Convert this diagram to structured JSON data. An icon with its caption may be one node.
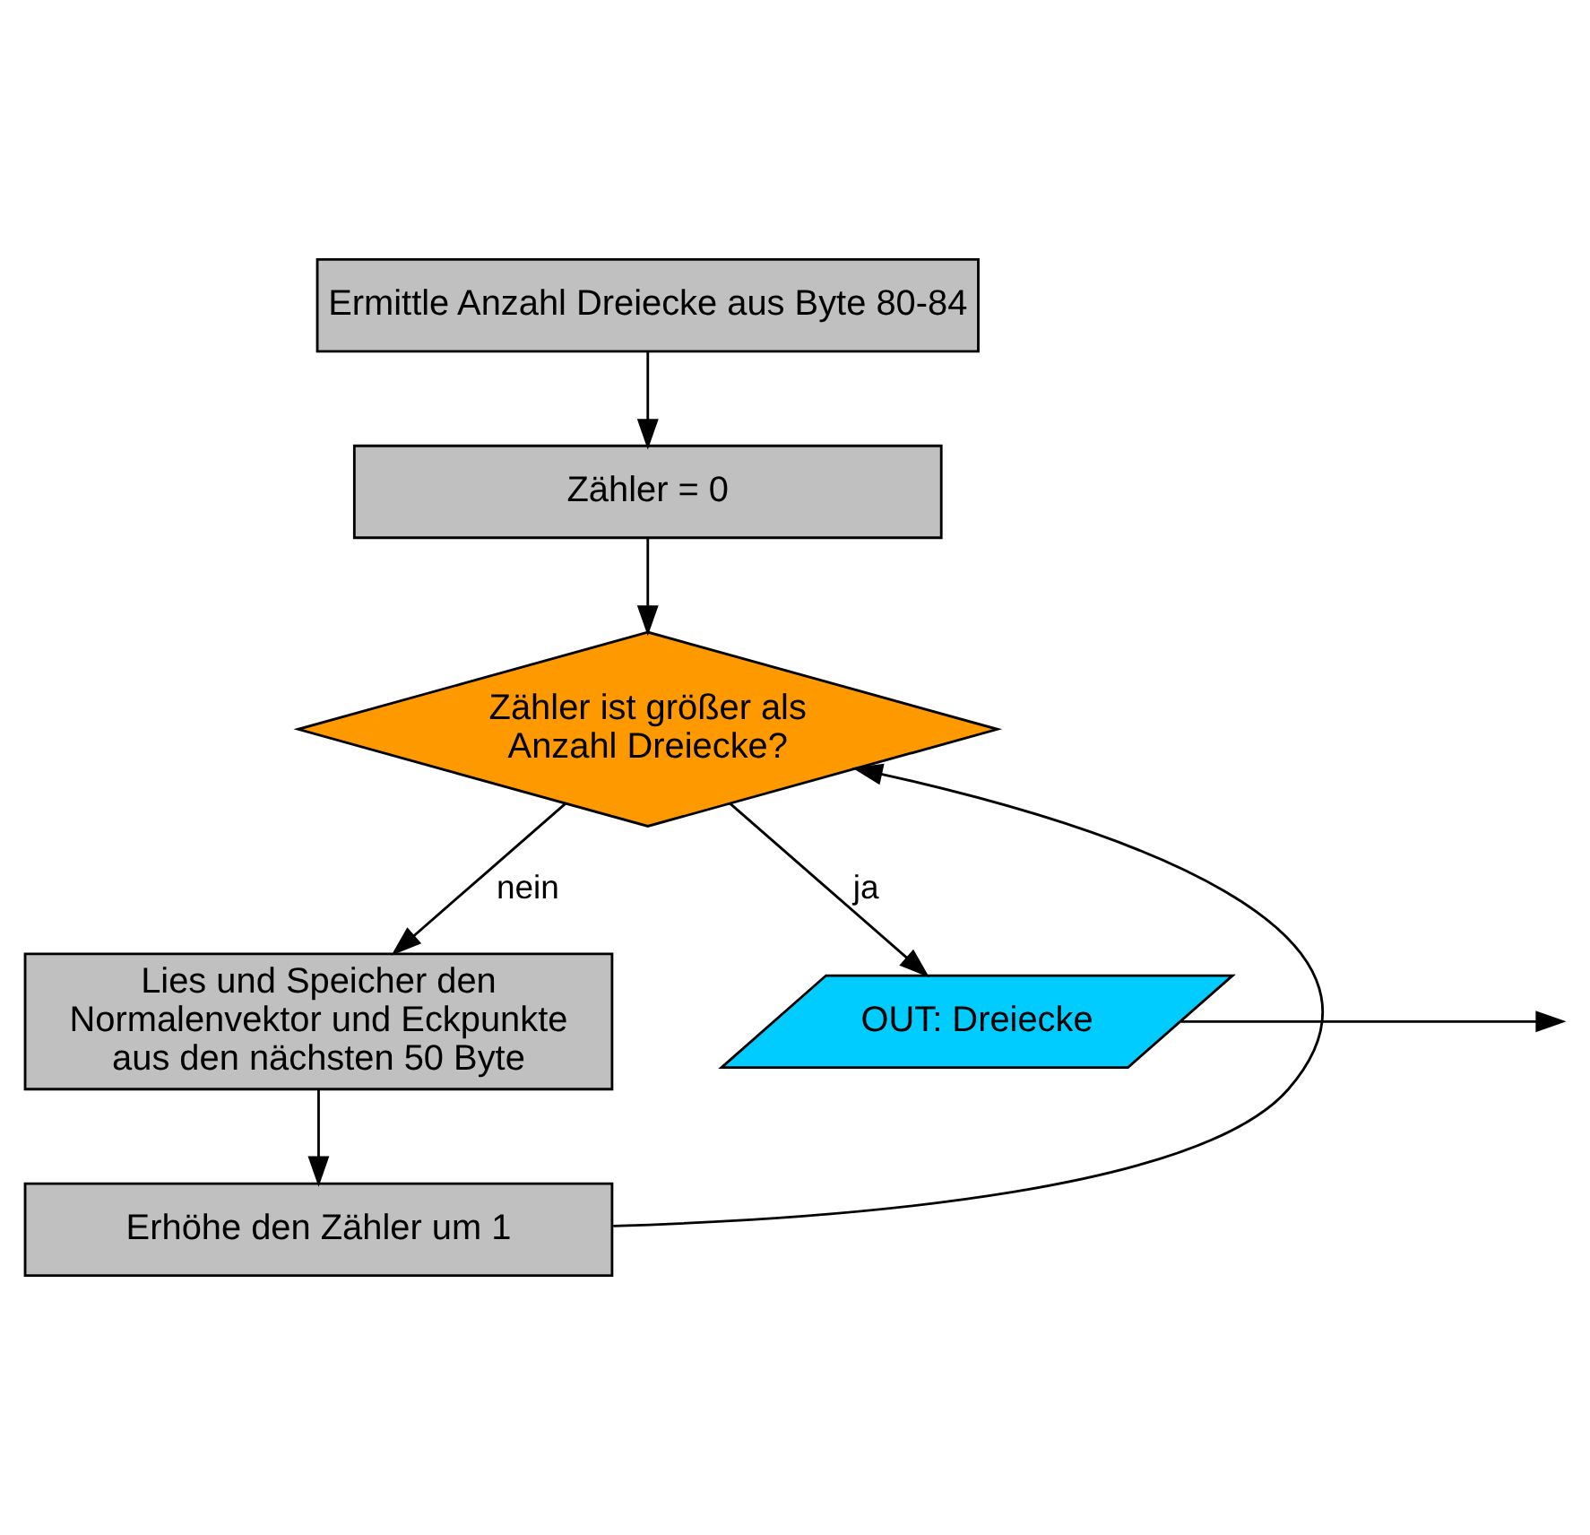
{
  "diagram": {
    "nodes": [
      {
        "text": [
          "Ermittle Anzahl Dreiecke aus Byte 80-84"
        ]
      },
      {
        "text": [
          "Zähler = 0"
        ]
      },
      {
        "text": [
          "Zähler ist größer als Anzahl Dreiecke?"
        ]
      },
      {
        "text": [
          "Lies und Speicher den Normalenvektor und Eckpunkte aus den nächsten 50 Byte"
        ]
      },
      {
        "text": [
          "Erhöhe den Zähler um 1"
        ]
      },
      {
        "text": [
          "OUT: Dreiecke"
        ]
      }
    ],
    "edges": [
      {
        "from": 0,
        "to": 1,
        "arrow": "to"
      },
      {
        "from": 1,
        "to": 2,
        "arrow": "to"
      },
      {
        "from": 2,
        "to": 3,
        "arrow": "to",
        "label": "nein"
      },
      {
        "from": 3,
        "to": 4,
        "arrow": "to"
      },
      {
        "from": 4,
        "to": 2,
        "arrow": "to"
      },
      {
        "from": 2,
        "to": 5,
        "arrow": "to",
        "label": "ja"
      },
      {
        "from": 5,
        "to": null,
        "arrow": "to"
      }
    ]
  }
}
